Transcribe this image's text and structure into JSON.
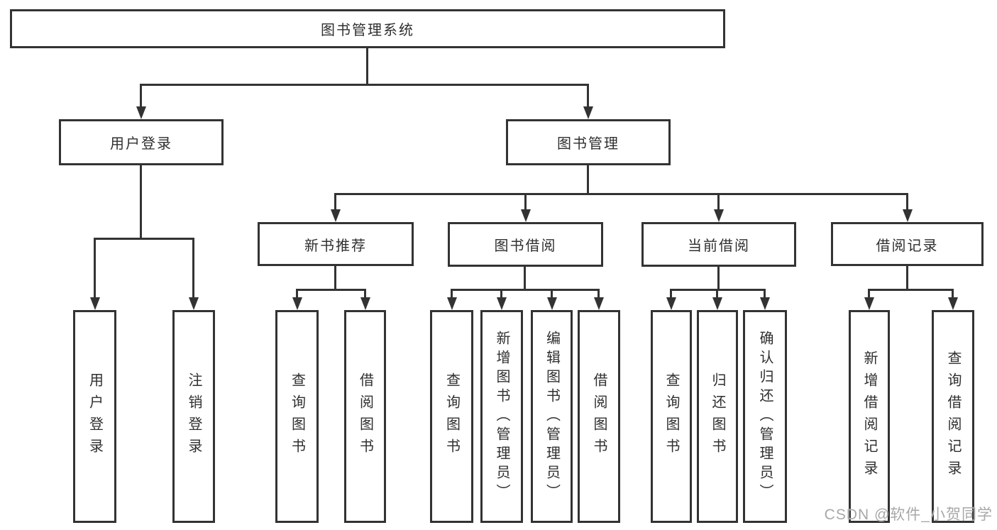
{
  "root": {
    "label": "图书管理系统"
  },
  "level2": {
    "user_login": "用户登录",
    "book_mgmt": "图书管理"
  },
  "level3": {
    "new_books": "新书推荐",
    "borrow": "图书借阅",
    "current": "当前借阅",
    "records": "借阅记录"
  },
  "leaves": {
    "user_login": "用户登录",
    "logout": "注销登录",
    "nb_query": "查询图书",
    "nb_borrow": "借阅图书",
    "bw_query": "查询图书",
    "bw_add": "新增图书（管理员）",
    "bw_edit": "编辑图书（管理员）",
    "bw_borrow": "借阅图书",
    "cur_query": "查询图书",
    "cur_return": "归还图书",
    "cur_confirm": "确认归还（管理员）",
    "rec_add": "新增借阅记录",
    "rec_query": "查询借阅记录"
  },
  "watermark": "CSDN @软件_小贺同学",
  "colors": {
    "line": "#333333",
    "text": "#2f2f2f",
    "watermark": "#a8a8a8",
    "background": "#ffffff"
  }
}
